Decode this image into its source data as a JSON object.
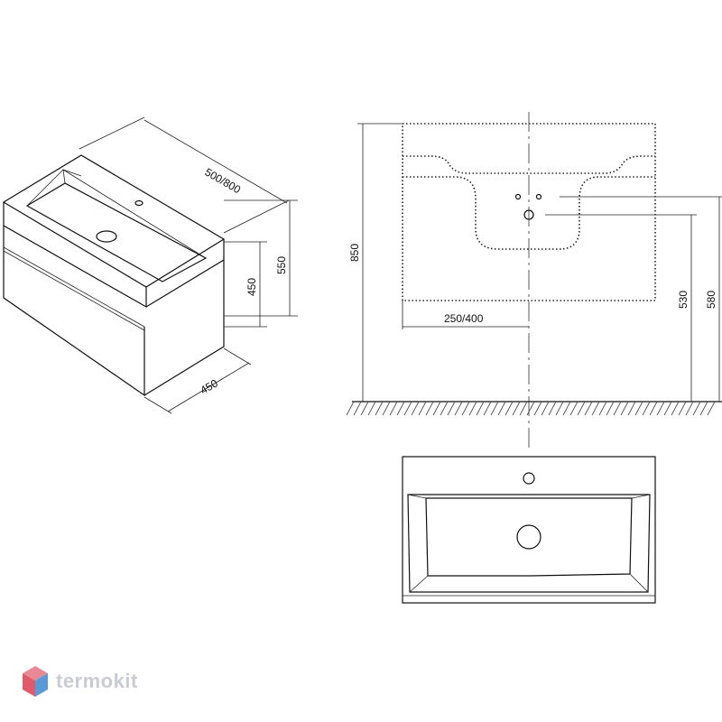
{
  "dimensions": {
    "iso_width": "500/800",
    "iso_height_total": "550",
    "iso_height_cabinet": "450",
    "iso_depth": "450",
    "front_height_total": "850",
    "front_offset": "250/400",
    "front_pipe_height_1": "530",
    "front_pipe_height_2": "580"
  },
  "watermark": {
    "text": "termokit",
    "colors": {
      "red": "#e05a6a",
      "blue": "#5a9ad8",
      "text": "#c9ccd3"
    }
  }
}
